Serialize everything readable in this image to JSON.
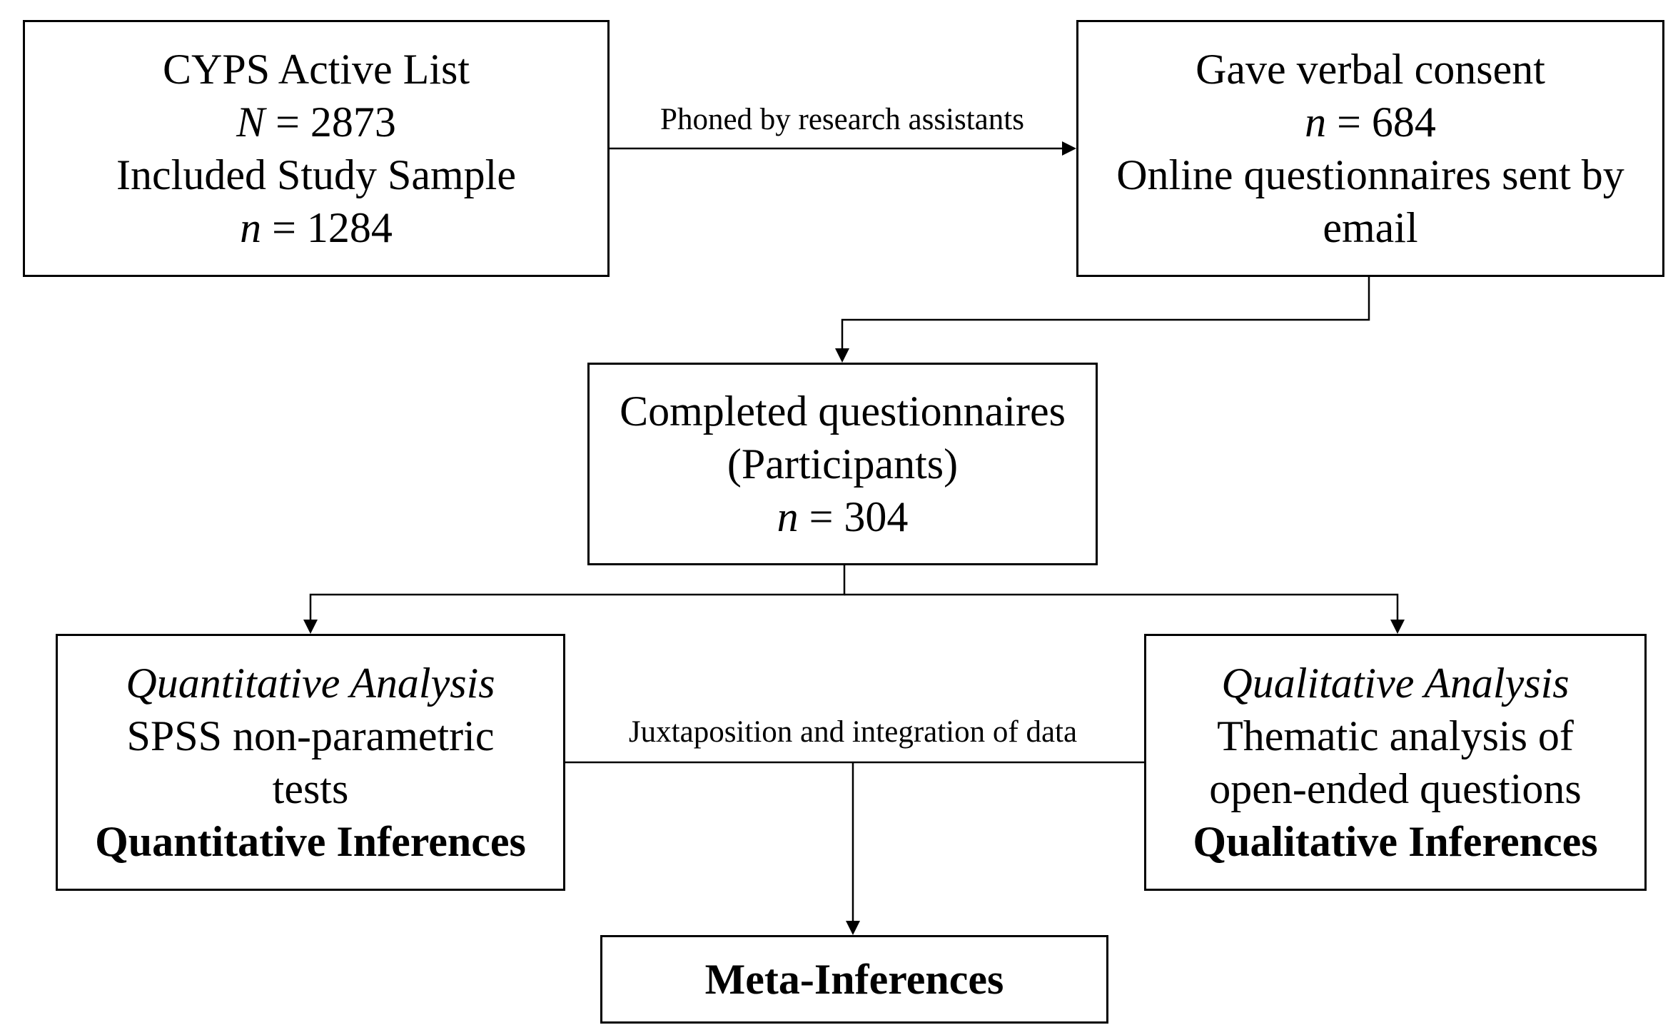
{
  "nodes": {
    "active_list": {
      "title": "CYPS Active List",
      "n_var": "N",
      "n_eq": " = 2873",
      "subtitle": "Included Study Sample",
      "n2_var": "n",
      "n2_eq": " = 1284"
    },
    "consent": {
      "title": "Gave verbal consent",
      "n_var": "n",
      "n_eq": " = 684",
      "line3": "Online questionnaires sent by",
      "line4": "email"
    },
    "completed": {
      "title": "Completed questionnaires",
      "line2": "(Participants)",
      "n_var": "n",
      "n_eq": " = 304"
    },
    "quantitative": {
      "title": "Quantitative Analysis",
      "line2": "SPSS non-parametric",
      "line3": "tests",
      "inference": "Quantitative Inferences"
    },
    "qualitative": {
      "title": "Qualitative Analysis",
      "line2": "Thematic analysis of",
      "line3": "open-ended questions",
      "inference": "Qualitative Inferences"
    },
    "meta": {
      "title": "Meta-Inferences"
    }
  },
  "edges": {
    "phoned": "Phoned by research assistants",
    "integration": "Juxtaposition and integration of data"
  },
  "colors": {
    "line": "#000000",
    "border": "#000000",
    "background": "#ffffff"
  }
}
